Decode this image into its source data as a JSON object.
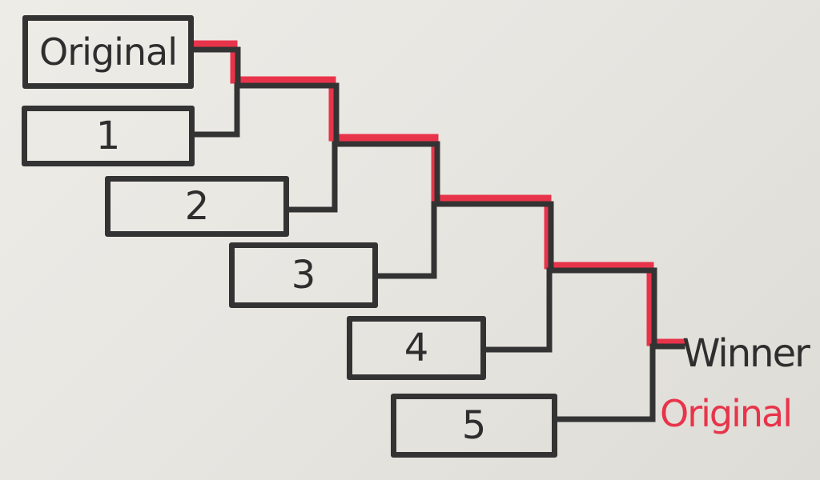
{
  "bracket": {
    "entries": [
      {
        "id": "original",
        "label": "Original"
      },
      {
        "id": "1",
        "label": "1"
      },
      {
        "id": "2",
        "label": "2"
      },
      {
        "id": "3",
        "label": "3"
      },
      {
        "id": "4",
        "label": "4"
      },
      {
        "id": "5",
        "label": "5"
      }
    ],
    "winner_heading": "Winner",
    "winner_name": "Original"
  },
  "colors": {
    "ink": "#333333",
    "winning_path": "#e8344a",
    "board": "#eeece7"
  }
}
